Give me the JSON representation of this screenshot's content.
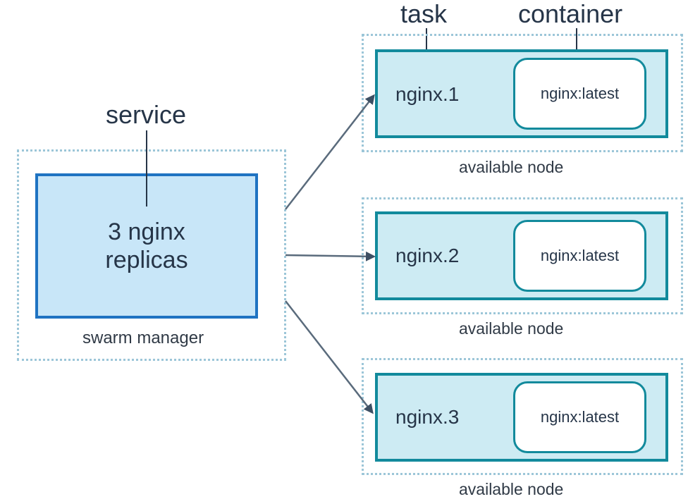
{
  "labels": {
    "task": "task",
    "container": "container",
    "service": "service"
  },
  "manager": {
    "box_text_line1": "3 nginx",
    "box_text_line2": "replicas",
    "caption": "swarm manager"
  },
  "nodes": [
    {
      "task": "nginx.1",
      "container": "nginx:latest",
      "caption": "available node"
    },
    {
      "task": "nginx.2",
      "container": "nginx:latest",
      "caption": "available node"
    },
    {
      "task": "nginx.3",
      "container": "nginx:latest",
      "caption": "available node"
    }
  ]
}
